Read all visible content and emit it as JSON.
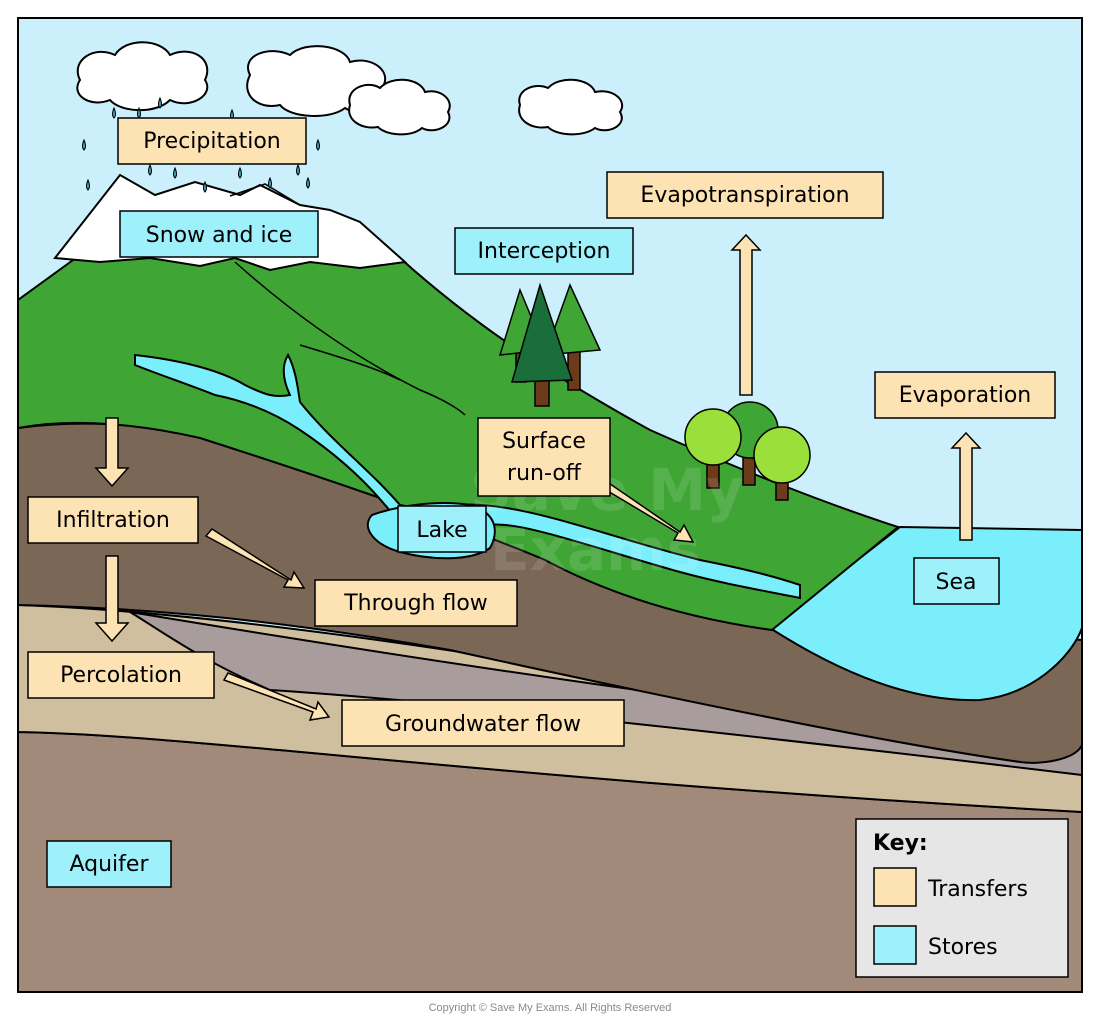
{
  "labels": {
    "precipitation": "Precipitation",
    "snow_and_ice": "Snow and ice",
    "interception": "Interception",
    "evapotranspiration": "Evapotranspiration",
    "evaporation": "Evaporation",
    "surface_runoff_line1": "Surface",
    "surface_runoff_line2": "run-off",
    "infiltration": "Infiltration",
    "lake": "Lake",
    "through_flow": "Through flow",
    "sea": "Sea",
    "percolation": "Percolation",
    "groundwater_flow": "Groundwater flow",
    "aquifer": "Aquifer"
  },
  "key": {
    "title": "Key:",
    "transfers": "Transfers",
    "stores": "Stores"
  },
  "watermark": "Save My Exams",
  "copyright": "Copyright © Save My Exams. All Rights Reserved",
  "colors": {
    "transfer_fill": "#fde3b3",
    "store_fill": "#9ef0fb",
    "sky": "#ccf0fb",
    "grass": "#3fa535",
    "soil": "#7a6756",
    "rock_grey": "#a99c9c",
    "sand": "#cfbf9f",
    "aquifer_rock": "#a28a7a",
    "water": "#7aeffb"
  }
}
